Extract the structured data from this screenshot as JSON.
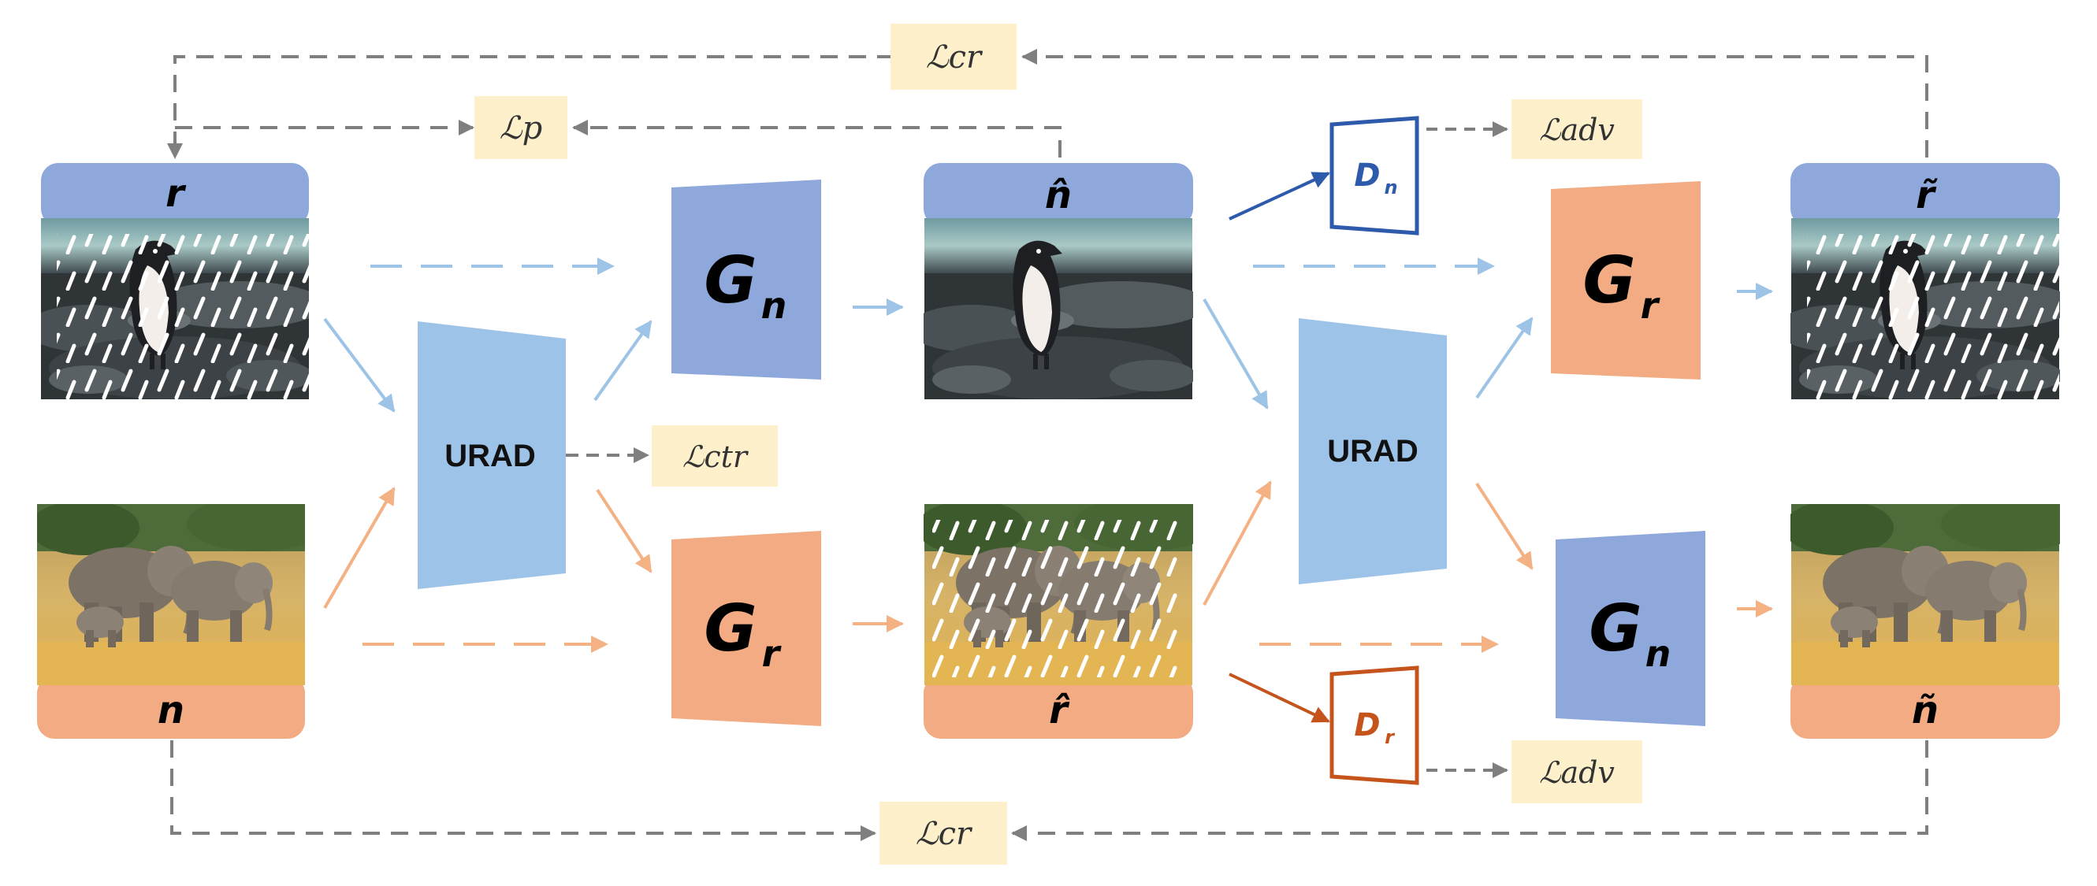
{
  "colors": {
    "blue_header": "#8FA8DB",
    "orange_header": "#F2AB82",
    "gen_blue": "#8FA8DB",
    "gen_orange": "#F2AB82",
    "urad": "#9EC3E8",
    "loss_box": "#FDF0CB",
    "arrow_blue": "#9DC3E6",
    "arrow_orange": "#F4B183",
    "arrow_gray": "#7F7F7F",
    "disc_blue": "#2E5AAC",
    "disc_orange": "#C5541C"
  },
  "images": {
    "rainy_input": "r",
    "clean_input": "n",
    "derained_output": "n̂",
    "rained_output": "r̂",
    "reconstructed_rainy": "r̃",
    "reconstructed_clean": "ñ"
  },
  "blocks": {
    "urad_left": "URAD",
    "urad_right": "URAD",
    "gen_n": "G",
    "gen_r": "G",
    "sub_n": "n",
    "sub_r": "r",
    "disc_n": "D",
    "disc_r": "D"
  },
  "losses": {
    "cycle_top": "ℒcr",
    "perceptual": "ℒp",
    "contrastive": "ℒctr",
    "adv_n": "ℒadv",
    "adv_r": "ℒadv",
    "cycle_bottom": "ℒcr"
  }
}
